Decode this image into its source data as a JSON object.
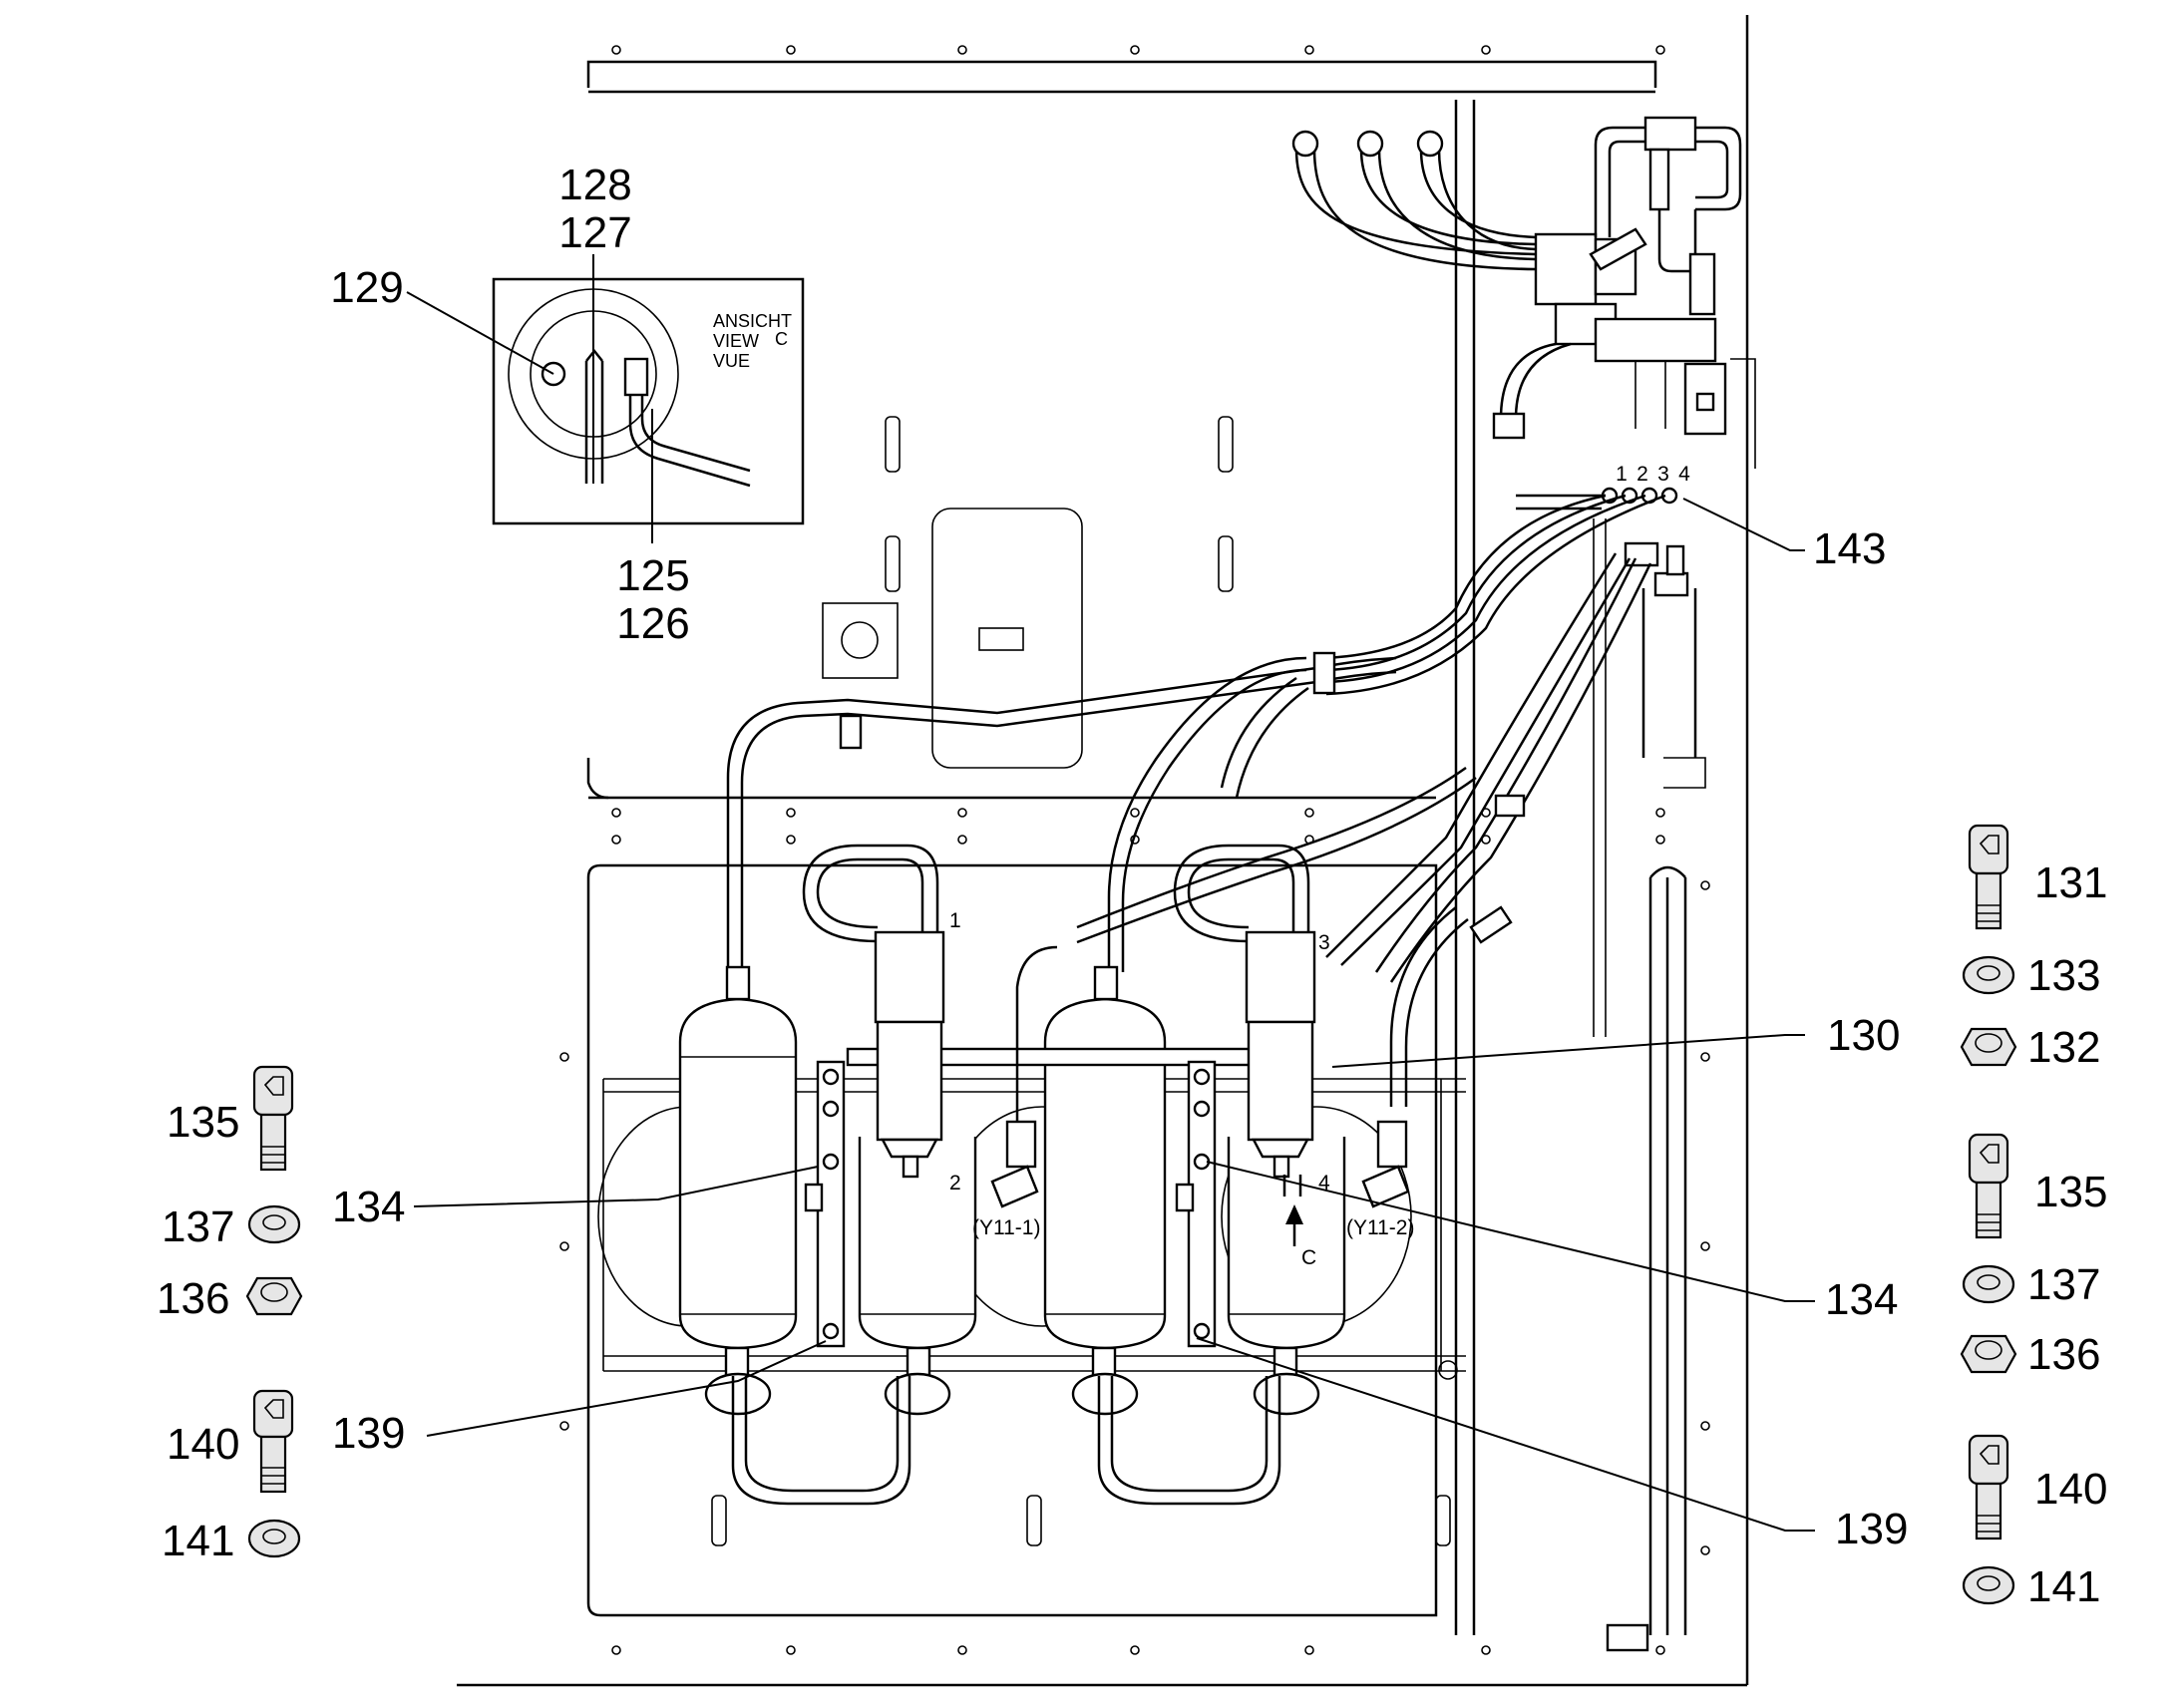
{
  "view": {
    "title_lines": [
      "ANSICHT",
      "VIEW",
      "VUE"
    ],
    "view_letter": "C",
    "callouts": {
      "top": [
        "128",
        "127"
      ],
      "left": "129",
      "bottom": [
        "125",
        "126"
      ]
    }
  },
  "callouts": {
    "c143": "143",
    "c130": "130",
    "c134_left": "134",
    "c134_right": "134",
    "c139_left": "139",
    "c139_right": "139"
  },
  "hose_numbers": [
    "1",
    "2",
    "3",
    "4"
  ],
  "valve_ports": {
    "p1": "1",
    "p2": "2",
    "p3": "3",
    "p4": "4"
  },
  "valve_labels": {
    "left": "(Y11-1)",
    "right": "(Y11-2)"
  },
  "view_arrow_label": "C",
  "hardware_left": [
    {
      "type": "bolt",
      "number": "135"
    },
    {
      "type": "washer",
      "number": "137"
    },
    {
      "type": "nut",
      "number": "136"
    },
    {
      "type": "bolt",
      "number": "140"
    },
    {
      "type": "washer",
      "number": "141"
    }
  ],
  "hardware_right": [
    {
      "type": "bolt",
      "number": "131"
    },
    {
      "type": "washer",
      "number": "133"
    },
    {
      "type": "nut",
      "number": "132"
    },
    {
      "type": "bolt",
      "number": "135"
    },
    {
      "type": "washer",
      "number": "137"
    },
    {
      "type": "nut",
      "number": "136"
    },
    {
      "type": "bolt",
      "number": "140"
    },
    {
      "type": "washer",
      "number": "141"
    }
  ]
}
